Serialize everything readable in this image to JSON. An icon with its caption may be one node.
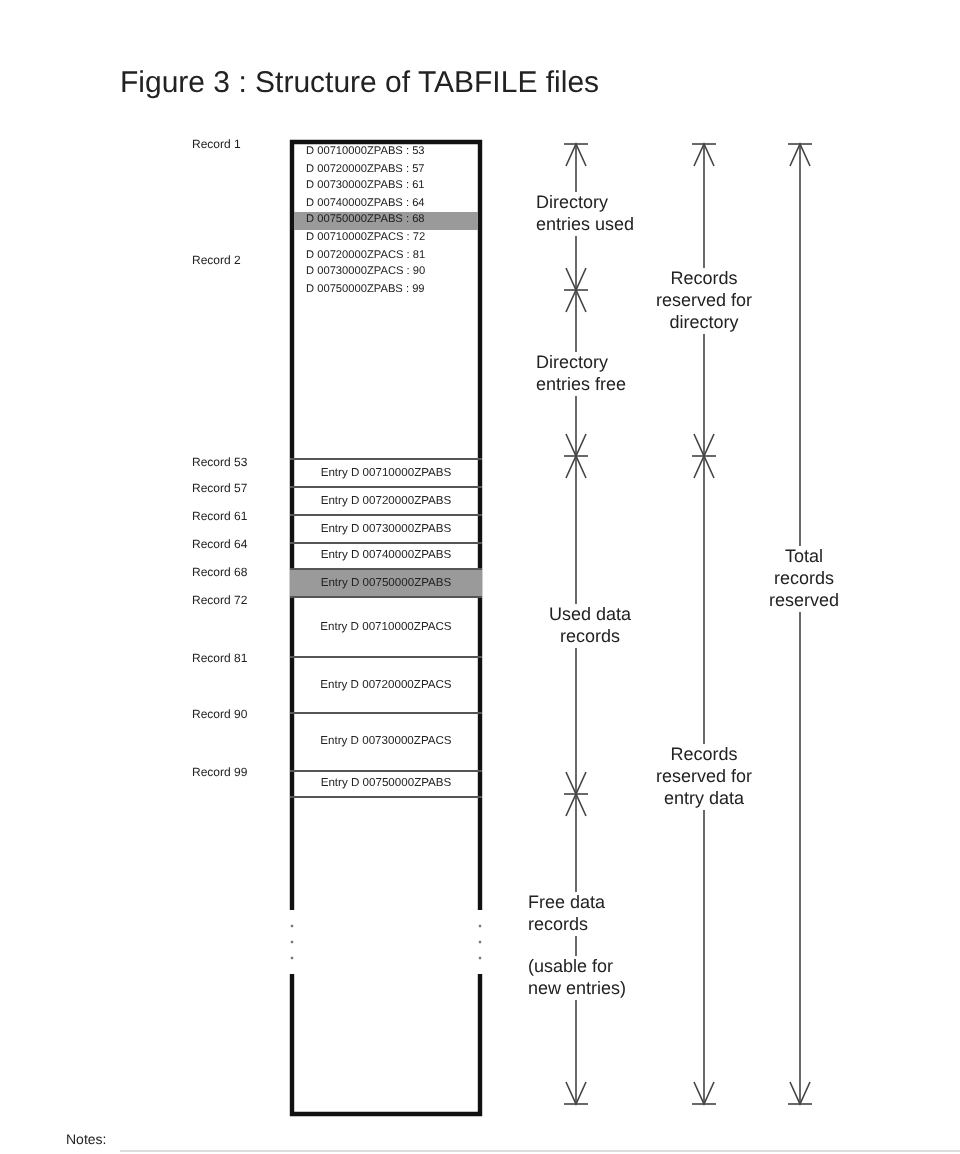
{
  "diagram": {
    "title": "Figure 3 : Structure of TABFILE files",
    "nodes": [
      {
        "text": [],
        "shape": "box"
      },
      {
        "text": [
          "D 00710000ZPABS : 53"
        ],
        "in": 0
      },
      {
        "text": [
          "D 00720000ZPABS : 57"
        ],
        "in": 0
      },
      {
        "text": [
          "D 00730000ZPABS : 61"
        ],
        "in": 0
      },
      {
        "text": [
          "D 00740000ZPABS : 64"
        ],
        "in": 0
      },
      {
        "text": [
          "D 00750000ZPABS : 68"
        ],
        "in": 0
      },
      {
        "text": [
          "D 00710000ZPACS : 72"
        ],
        "in": 0
      },
      {
        "text": [
          "D 00720000ZPACS : 81"
        ],
        "in": 0
      },
      {
        "text": [
          "D 00730000ZPACS : 90"
        ],
        "in": 0
      },
      {
        "text": [
          "D 00750000ZPABS : 99"
        ],
        "in": 0
      },
      {
        "text": [
          "Entry D 00710000ZPABS"
        ],
        "in": 0
      },
      {
        "text": [
          "Entry D 00720000ZPABS"
        ],
        "in": 0
      },
      {
        "text": [
          "Entry D 00730000ZPABS"
        ],
        "in": 0
      },
      {
        "text": [
          "Entry D 00740000ZPABS"
        ],
        "in": 0
      },
      {
        "text": [
          "Entry D 00750000ZPABS"
        ],
        "in": 0
      },
      {
        "text": [
          "Entry D 00710000ZPACS"
        ],
        "in": 0
      },
      {
        "text": [
          "Entry D 00720000ZPACS"
        ],
        "in": 0
      },
      {
        "text": [
          "Entry D 00730000ZPACS"
        ],
        "in": 0
      },
      {
        "text": [
          "Entry D 00750000ZPABS"
        ],
        "in": 0
      }
    ],
    "edges": [],
    "labels": [
      "Record 1",
      "Record 2",
      "Record 53",
      "Record 57",
      "Record 61",
      "Record 64",
      "Record 68",
      "Record 72",
      "Record 81",
      "Record 90",
      "Record 99",
      "Directory entries used",
      "Records reserved for directory",
      "Directory entries free",
      "Total records reserved",
      "Used data records",
      "Records reserved for entry data",
      "Free data records",
      "(usable for new entries)",
      "Notes:"
    ]
  }
}
